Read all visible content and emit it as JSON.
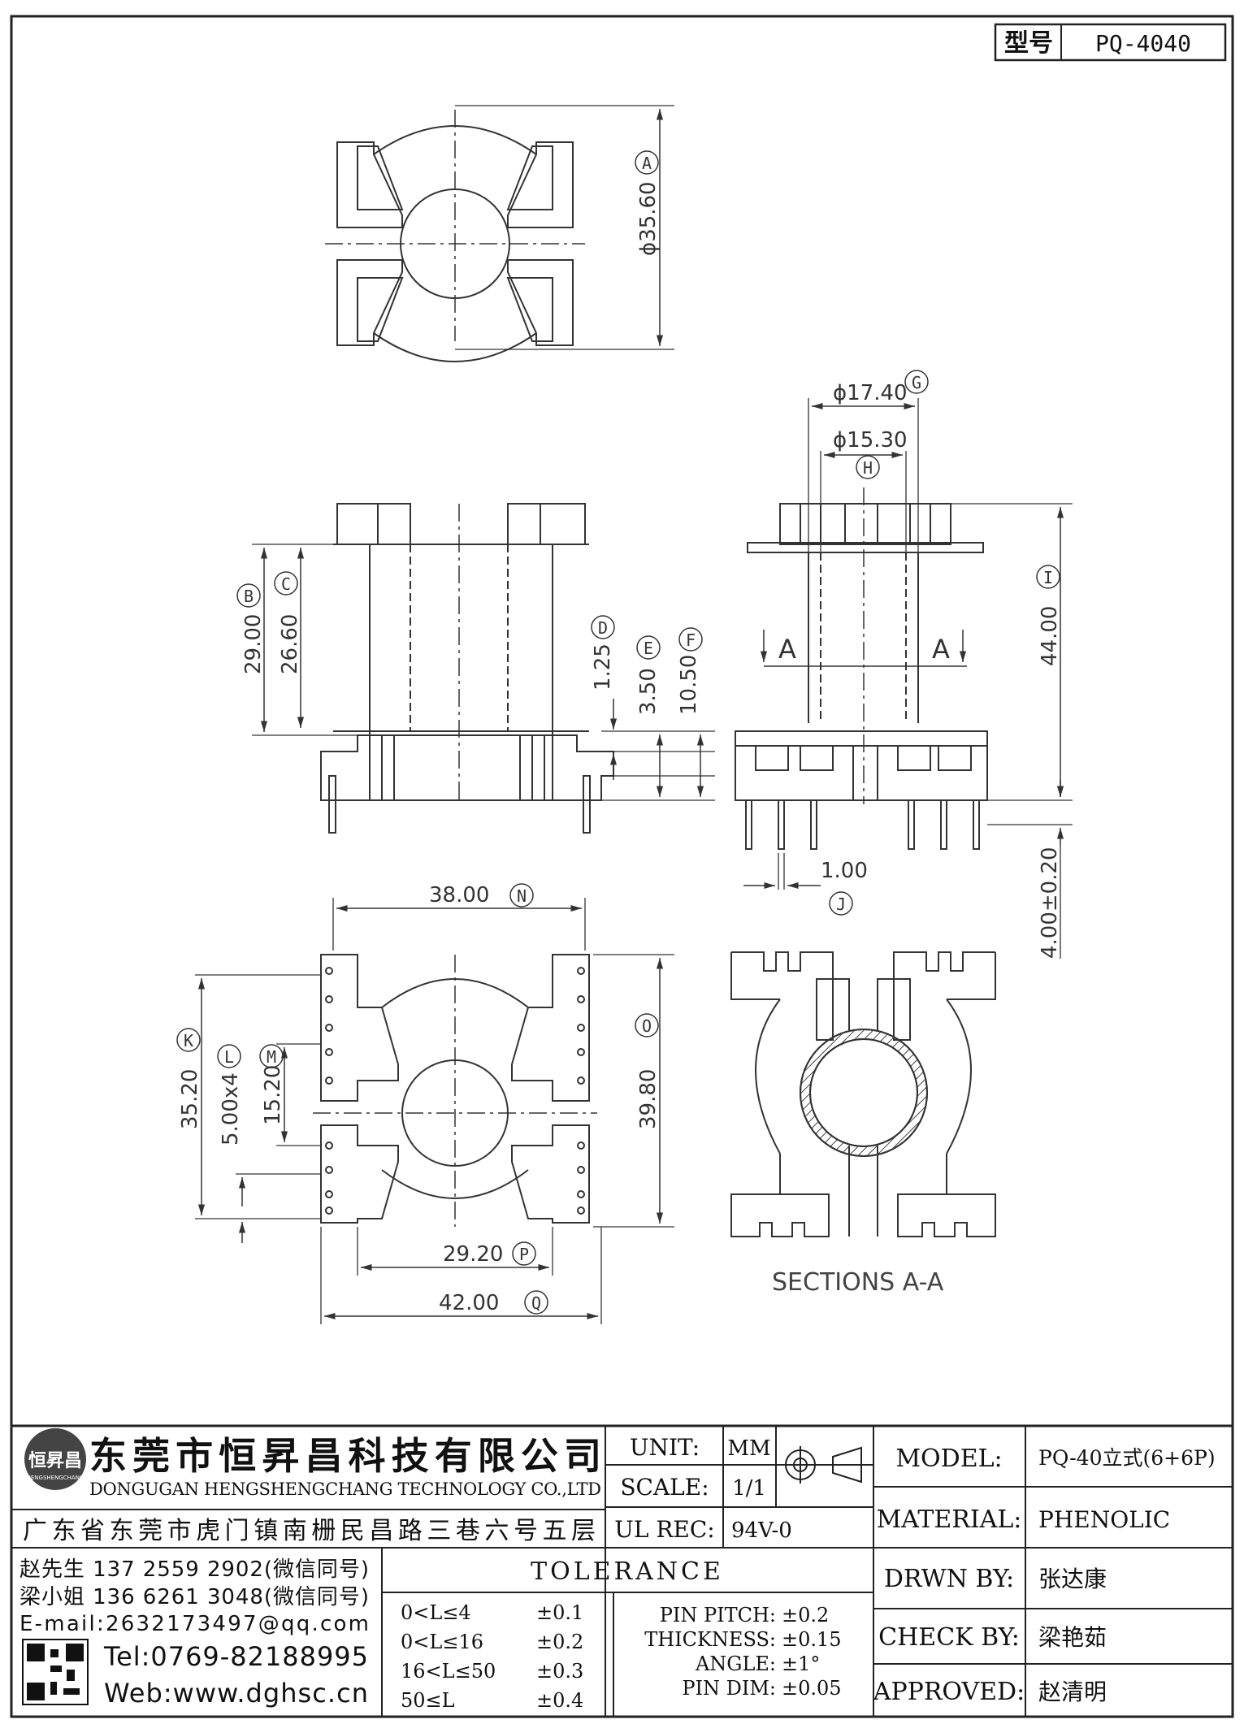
{
  "header": {
    "type_label": "型号",
    "type_value": "PQ-4040"
  },
  "views": {
    "top": {
      "dims": {
        "A_value": "ϕ35.60",
        "A_letter": "A"
      }
    },
    "front": {
      "dims": {
        "B_value": "29.00",
        "B_letter": "B",
        "C_value": "26.60",
        "C_letter": "C",
        "D_value": "1.25",
        "D_letter": "D",
        "E_value": "3.50",
        "E_letter": "E",
        "F_value": "10.50",
        "F_letter": "F"
      }
    },
    "side": {
      "dims": {
        "G_value": "ϕ17.40",
        "G_letter": "G",
        "H_value": "ϕ15.30",
        "H_letter": "H",
        "I_value": "44.00",
        "I_letter": "I",
        "J_value": "1.00",
        "J_letter": "J",
        "pin_value": "4.00±0.20",
        "section_mark": "A"
      }
    },
    "bottom": {
      "dims": {
        "N_value": "38.00",
        "N_letter": "N",
        "K_value": "35.20",
        "K_letter": "K",
        "L_value": "5.00x4",
        "L_letter": "L",
        "M_value": "15.20",
        "M_letter": "M",
        "O_value": "39.80",
        "O_letter": "O",
        "P_value": "29.20",
        "P_letter": "P",
        "Q_value": "42.00",
        "Q_letter": "Q"
      }
    },
    "section": {
      "caption": "SECTIONS A-A"
    }
  },
  "title_block": {
    "company_cn": "东莞市恒昇昌科技有限公司",
    "company_en": "DONGUGAN HENGSHENGCHANG TECHNOLOGY CO.,LTD",
    "logo_text": "恒昇昌",
    "logo_sub": "HENGSHENGCHANG",
    "address": "广东省东莞市虎门镇南栅民昌路三巷六号五层",
    "unit_label": "UNIT:",
    "unit_value": "MM",
    "scale_label": "SCALE:",
    "scale_value": "1/1",
    "ulrec_label": "UL REC:",
    "ulrec_value": "94V-0",
    "model_label": "MODEL:",
    "model_value": "PQ-40立式(6+6P)",
    "material_label": "MATERIAL:",
    "material_value": "PHENOLIC",
    "drawn_label": "DRWN BY:",
    "drawn_value": "张达康",
    "check_label": "CHECK BY:",
    "check_value": "梁艳茹",
    "approved_label": "APPROVED:",
    "approved_value": "赵清明",
    "contact1": "赵先生 137 2559 2902(微信同号)",
    "contact2": "梁小姐 136 6261 3048(微信同号)",
    "email": "E-mail:2632173497@qq.com",
    "tel": "Tel:0769-82188995",
    "web": "Web:www.dghsc.cn",
    "tolerance_title": "TOLERANCE",
    "tolerance_rows": [
      {
        "range": "0<L≤4",
        "tol": "±0.1"
      },
      {
        "range": "0<L≤16",
        "tol": "±0.2"
      },
      {
        "range": "16<L≤50",
        "tol": "±0.3"
      },
      {
        "range": "50≤L",
        "tol": "±0.4"
      }
    ],
    "tolerance_extra": [
      {
        "label": "PIN PITCH:",
        "tol": "±0.2"
      },
      {
        "label": "THICKNESS:",
        "tol": "±0.15"
      },
      {
        "label": "ANGLE:",
        "tol": "±1°"
      },
      {
        "label": "PIN DIM:",
        "tol": "±0.05"
      }
    ]
  }
}
